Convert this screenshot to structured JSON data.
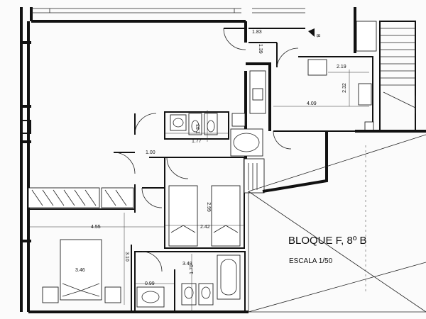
{
  "plan": {
    "title": "BLOQUE F, 8º B",
    "scale": "ESCALA 1/50",
    "north_mark": "B",
    "dimensions": {
      "d_183": "1.83",
      "d_139": "1.39",
      "d_219": "2.19",
      "d_232": "2.32",
      "d_409": "4.09",
      "d_177": "1.77",
      "d_133": "1.33",
      "d_100": "1.00",
      "d_299": "2.99",
      "d_242": "2.42",
      "d_455": "4.55",
      "d_310": "3.10",
      "d_346": "3.46",
      "d_348": "3.48",
      "d_099": "0.99",
      "d_170": "1.70"
    }
  }
}
